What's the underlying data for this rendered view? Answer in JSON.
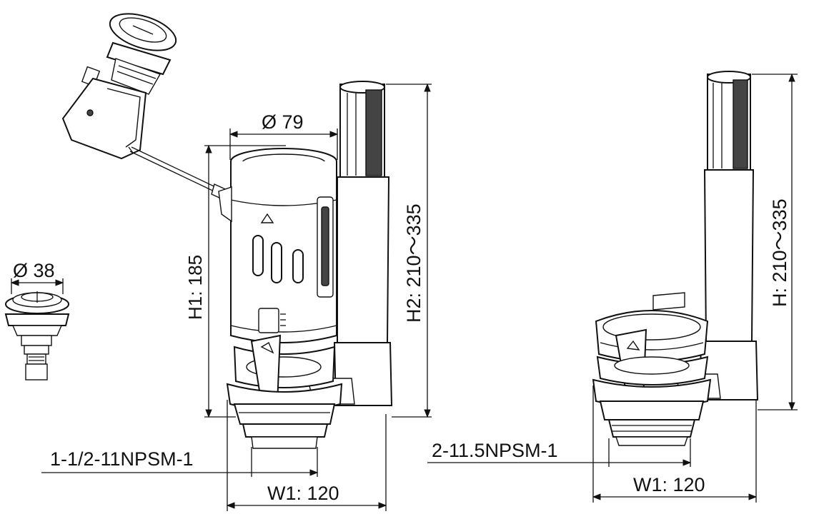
{
  "colors": {
    "line": "#111111",
    "background": "#ffffff"
  },
  "labels": {
    "button_diameter": "Ø 38",
    "valve_diameter": "Ø 79",
    "h1": "H1: 185",
    "h2": "H2: 210～335",
    "h": "H: 210～335",
    "thread_left": "1-1/2-11NPSM-1",
    "thread_right": "2-11.5NPSM-1",
    "w1_left": "W1: 120",
    "w1_right": "W1: 120"
  },
  "icons": {
    "push_button": "push-button-icon",
    "cable_actuator": "cable-actuator-icon",
    "flush_valve": "dual-flush-valve-icon",
    "overflow_valve": "single-flush-valve-icon"
  }
}
